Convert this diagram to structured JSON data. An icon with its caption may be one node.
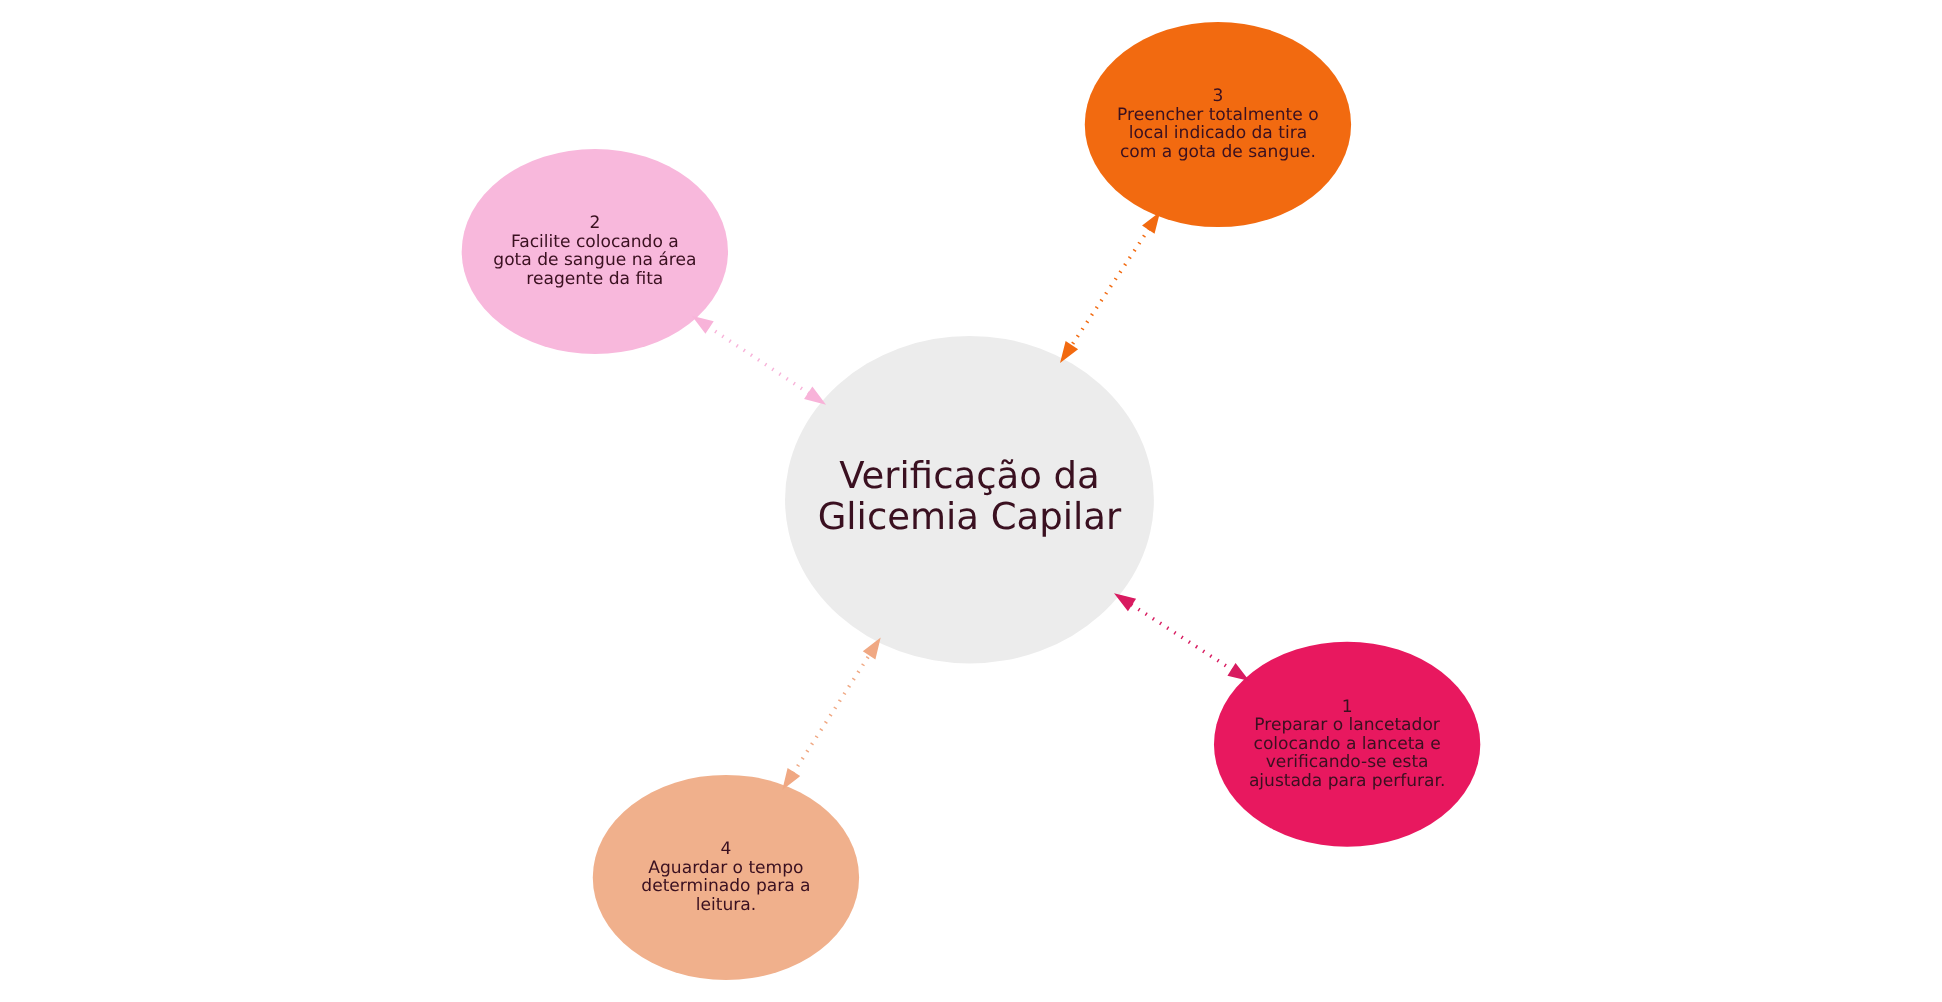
{
  "diagram": {
    "nodes": [
      {
        "text": [
          "Verificação da Glicemia Capilar"
        ]
      },
      {
        "text": [
          "1",
          "Preparar o lancetador colocando a lanceta e verificando-se esta ajustada para perfurar."
        ]
      },
      {
        "text": [
          "4",
          "Aguardar o tempo determinado para a leitura."
        ]
      },
      {
        "text": [
          "2",
          "Facilite colocando a gota de sangue na área reagente da fita"
        ]
      },
      {
        "text": [
          "3",
          "Preencher totalmente o local indicado da tira com a gota de sangue."
        ]
      }
    ],
    "edges": [
      {
        "from": 1,
        "to": 0,
        "arrow": "both",
        "style": "dashed",
        "color": "#d81b60"
      },
      {
        "from": 2,
        "to": 0,
        "arrow": "both",
        "style": "dashed",
        "color": "#f0a883"
      },
      {
        "from": 3,
        "to": 0,
        "arrow": "both",
        "style": "dashed",
        "color": "#f8b3d9"
      },
      {
        "from": 4,
        "to": 0,
        "arrow": "both",
        "style": "dashed",
        "color": "#f26a10"
      }
    ]
  }
}
